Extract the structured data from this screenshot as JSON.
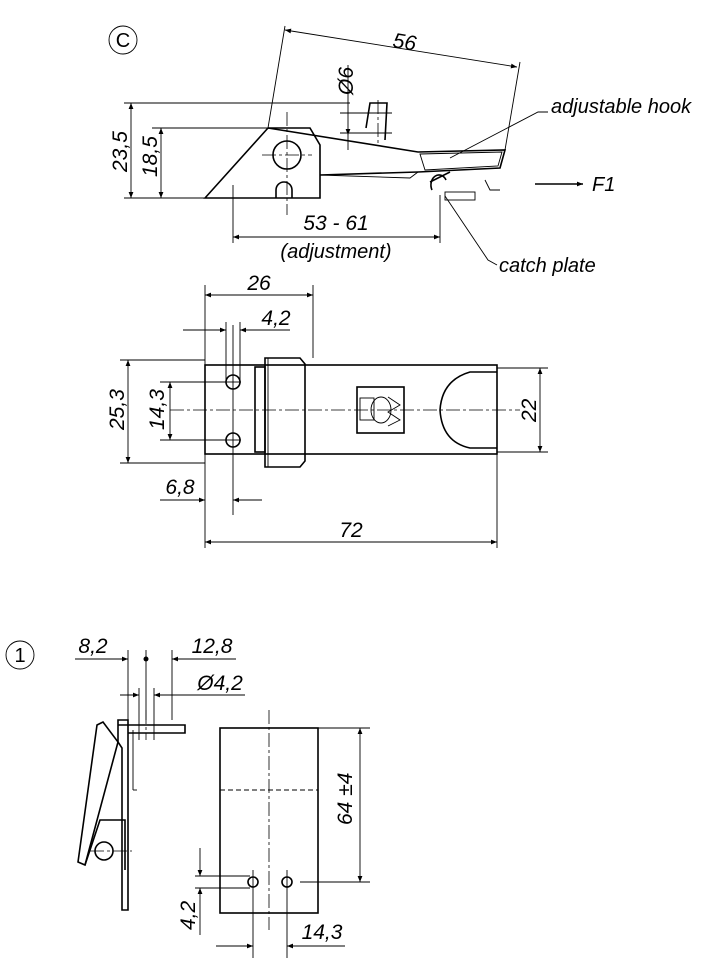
{
  "view_c": {
    "marker": "C",
    "dims": {
      "len_56": "56",
      "dia_6": "Ø6",
      "h_23_5": "23,5",
      "h_18_5": "18,5",
      "adjust_range": "53 - 61",
      "adjust_note": "(adjustment)"
    },
    "callouts": {
      "hook": "adjustable hook",
      "catch": "catch plate",
      "force": "F1"
    }
  },
  "view_top": {
    "dims": {
      "w_26": "26",
      "w_4_2": "4,2",
      "h_25_3": "25,3",
      "h_14_3": "14,3",
      "h_22": "22",
      "w_6_8": "6,8",
      "w_72": "72"
    }
  },
  "view_1": {
    "marker": "1",
    "dims": {
      "w_8_2": "8,2",
      "w_12_8": "12,8",
      "dia_4_2": "Ø4,2",
      "h_64": "64 ±4",
      "h_4_2": "4,2",
      "w_14_3": "14,3"
    }
  }
}
